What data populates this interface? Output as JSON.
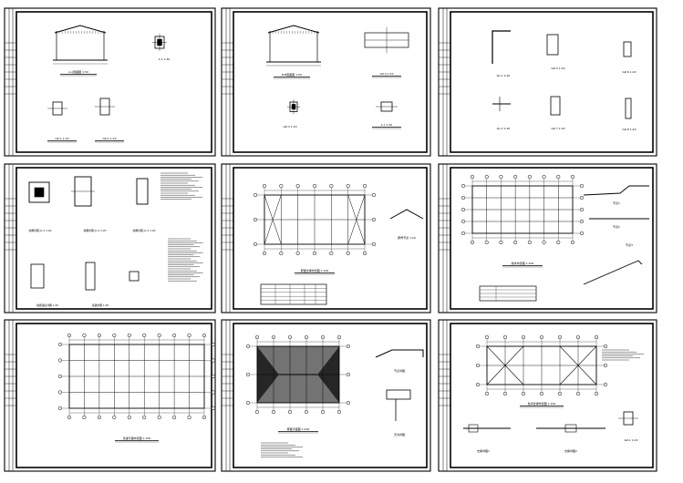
{
  "sheet_titles": {
    "s1": {
      "elev_a": "A-A剖面图 1:50",
      "section": "1-1 1:30",
      "gz1": "GZ-1 1:20",
      "gz2": "GZ-2 1:20"
    },
    "s2": {
      "elev_b": "B-B剖面图 1:50",
      "gz4": "GZ-4 1:20",
      "gz3": "GZ-3 1:20",
      "sec11": "1-1 1:20"
    },
    "s3": {
      "ql1": "QL-1 1:20",
      "gz5": "GZ-5 1:20",
      "gz6": "GZ-6 1:20",
      "ql2": "QL-2 1:20",
      "gz7": "GZ-7 1:20",
      "gz8": "GZ-8 1:20"
    },
    "s4": {
      "d1": "柱脚详图 JC-1 1:20",
      "d2": "柱脚详图 JC-2 1:20",
      "d3": "柱脚详图 JC-3 1:20",
      "d4": "墙梁连接详图 1:20",
      "d5": "基础详图 1:20"
    },
    "s5": {
      "plan": "屋面支撑布置图 1:100",
      "detail": "屋脊节点 1:20"
    },
    "s6": {
      "plan": "檩条布置图 1:100",
      "d1": "节点1",
      "d2": "节点2",
      "d3": "节点3"
    },
    "s7": {
      "plan": "基础平面布置图 1:100"
    },
    "s8": {
      "plan": "屋面平面图 1:100",
      "d1": "节点详图",
      "d2": "天沟详图"
    },
    "s9": {
      "plan": "柱间支撑布置图 1:100",
      "d1": "支撑详图1",
      "d2": "支撑详图2",
      "d3": "GZ-1 1:20"
    }
  }
}
